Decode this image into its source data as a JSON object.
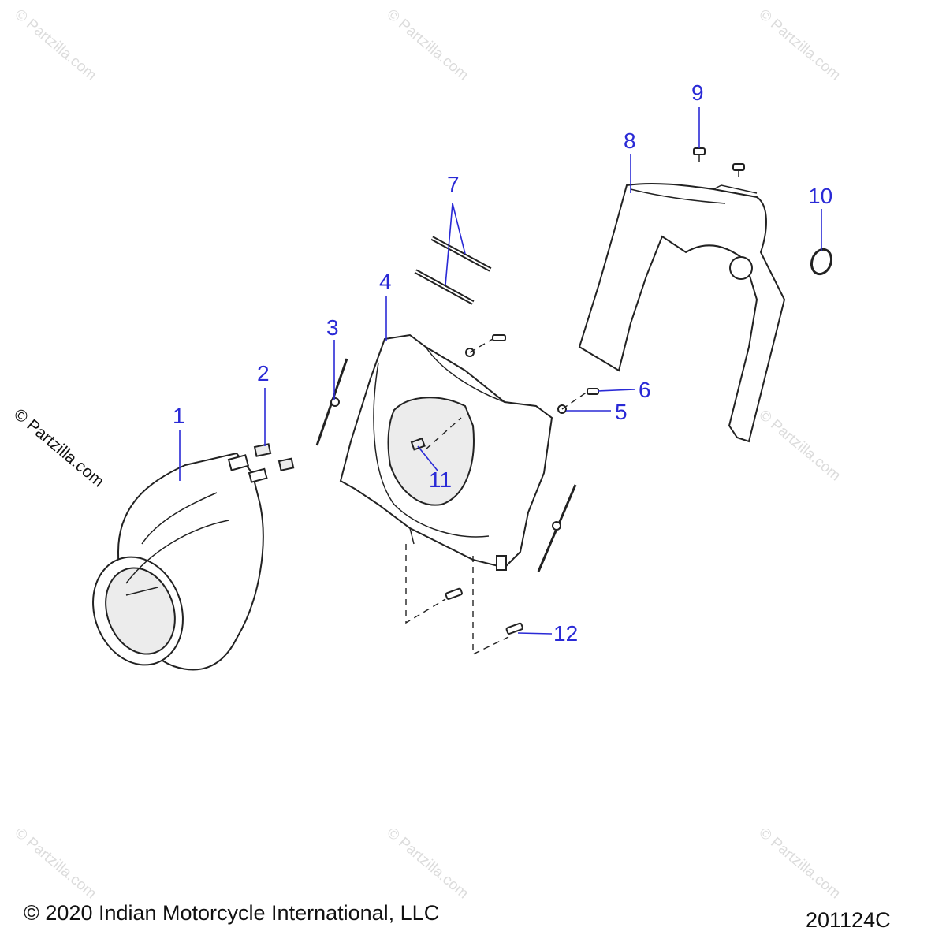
{
  "callouts": [
    "1",
    "2",
    "3",
    "4",
    "5",
    "6",
    "7",
    "8",
    "9",
    "10",
    "11",
    "12"
  ],
  "watermark": "© Partzilla.com",
  "copyright": "© 2020 Indian Motorcycle International, LLC",
  "diagram_code": "201124C",
  "colors": {
    "callout": "#2a2ad6",
    "line": "#222222",
    "watermark": "#dcdcdc"
  }
}
